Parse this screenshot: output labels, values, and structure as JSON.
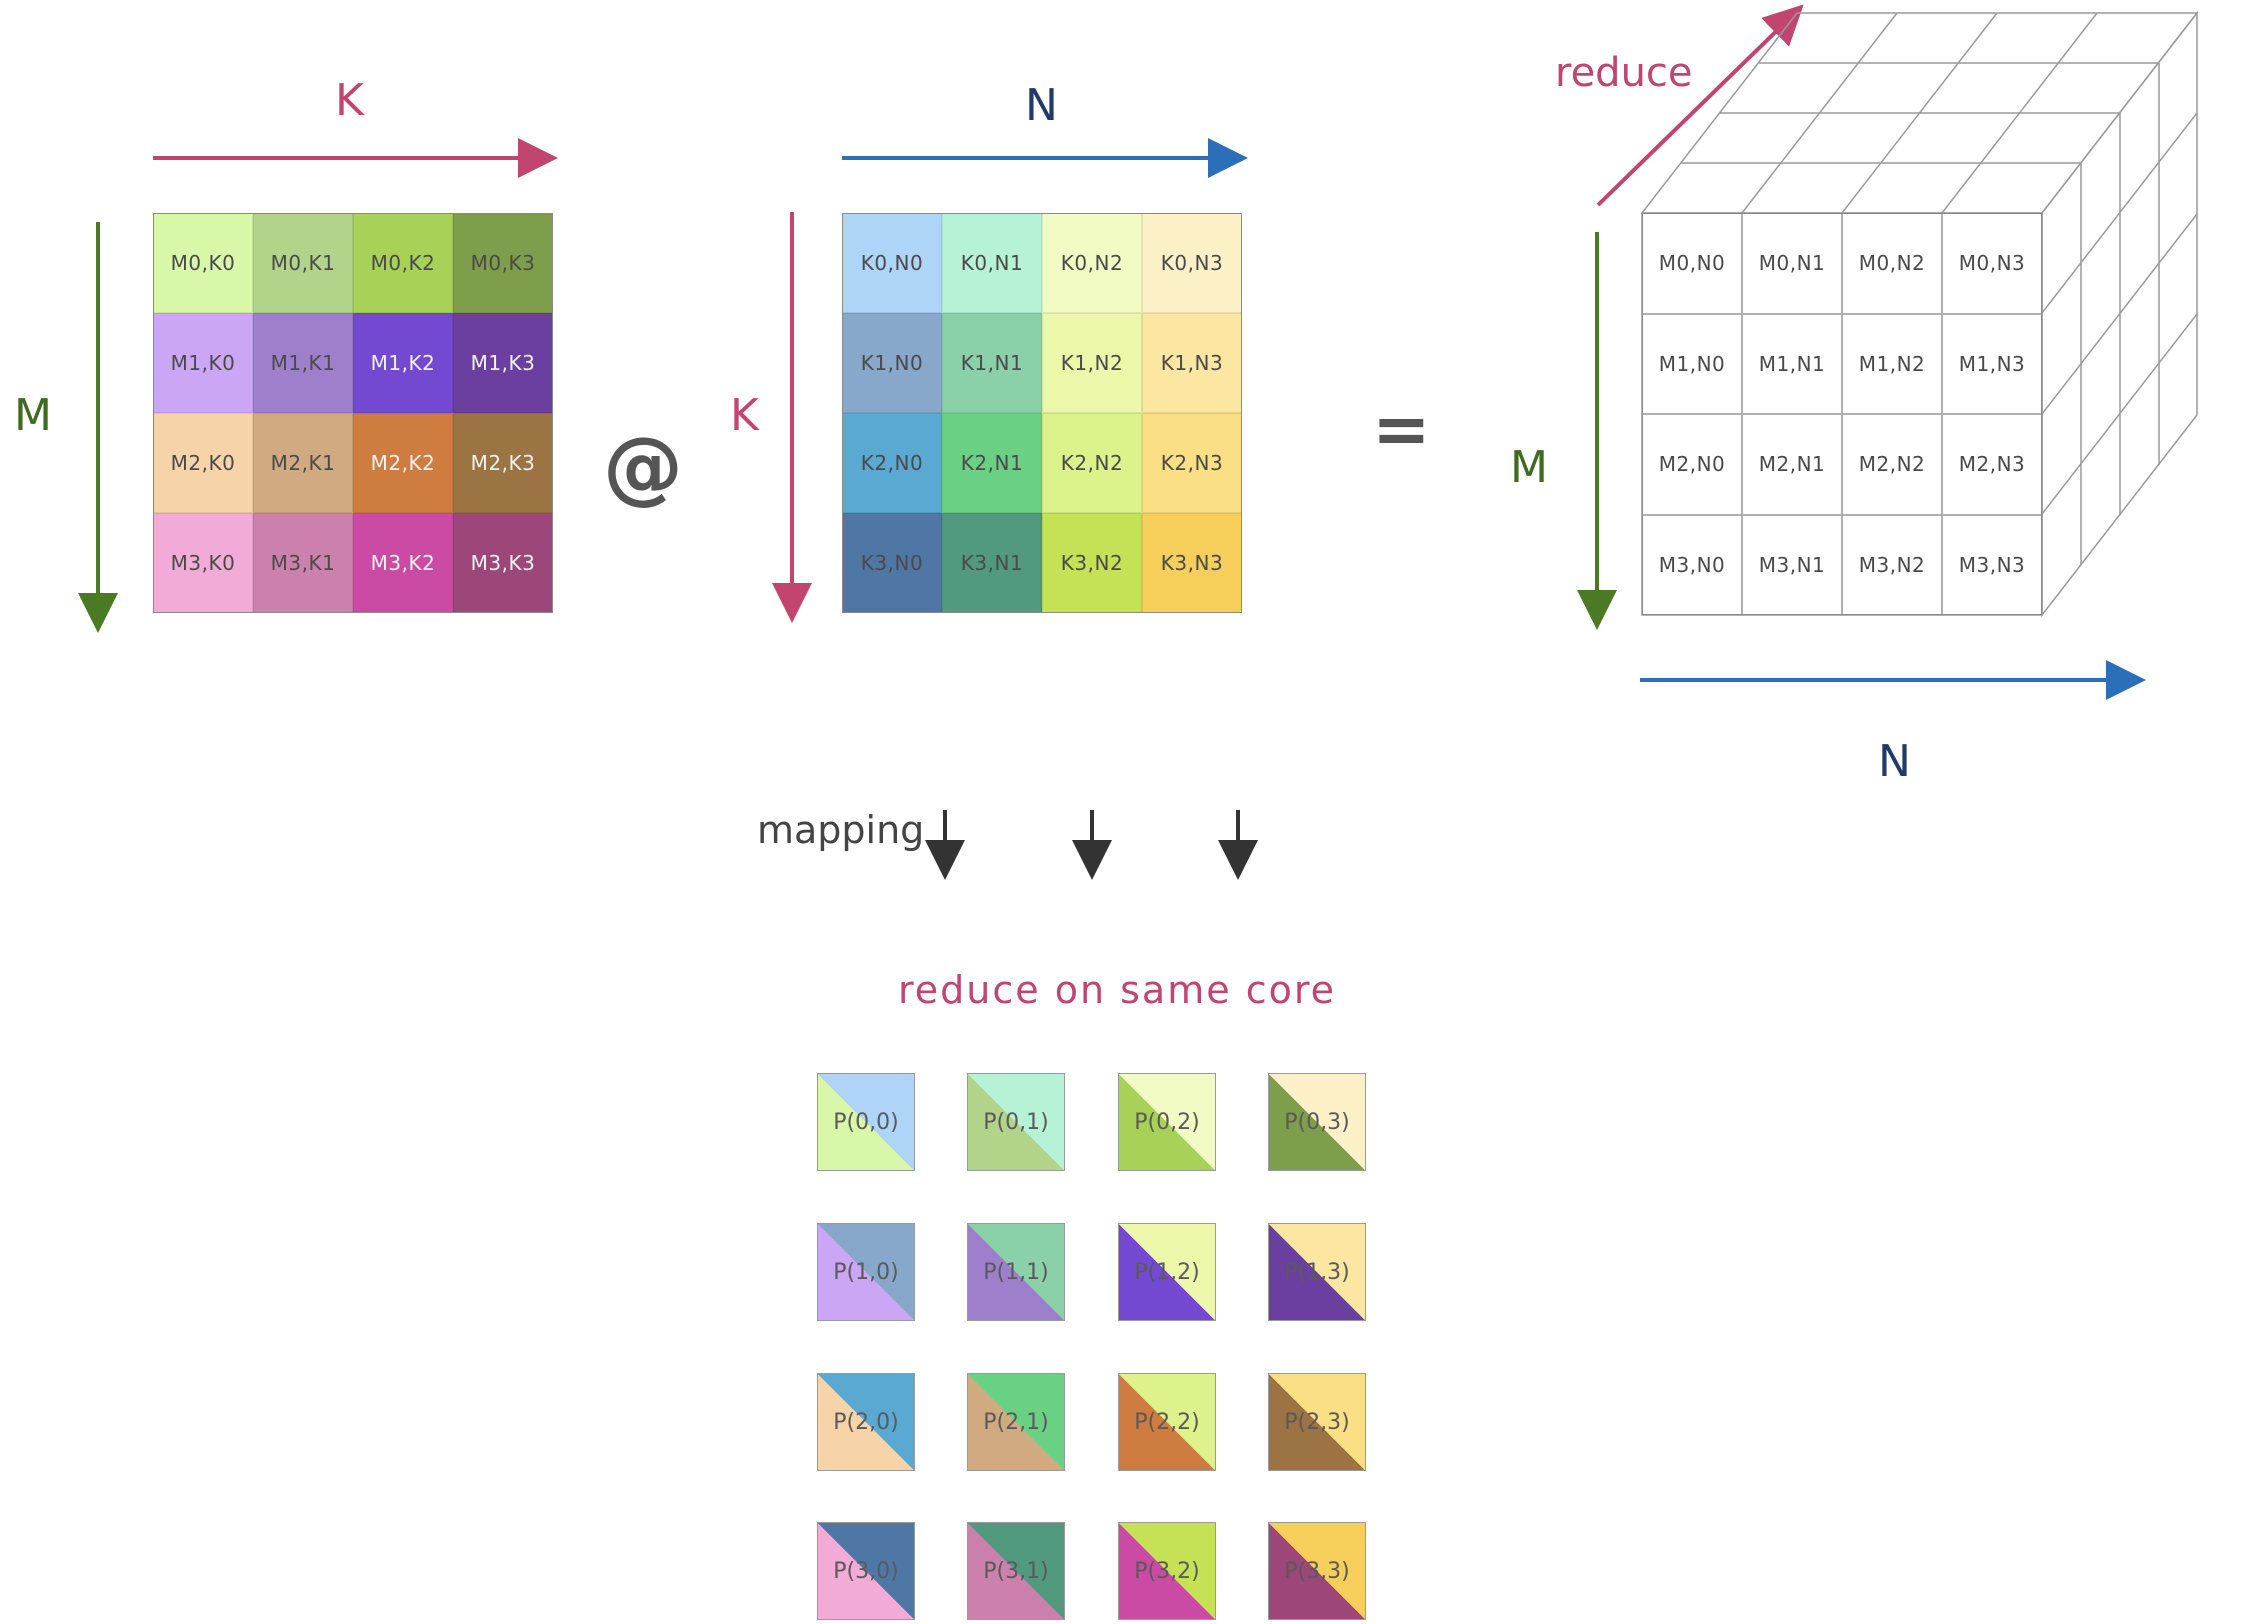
{
  "matrixA": {
    "axis_top": "K",
    "axis_left": "M",
    "cells": [
      [
        "M0,K0",
        "M0,K1",
        "M0,K2",
        "M0,K3"
      ],
      [
        "M1,K0",
        "M1,K1",
        "M1,K2",
        "M1,K3"
      ],
      [
        "M2,K0",
        "M2,K1",
        "M2,K2",
        "M2,K3"
      ],
      [
        "M3,K0",
        "M3,K1",
        "M3,K2",
        "M3,K3"
      ]
    ],
    "colors": [
      [
        "#d9f7a8",
        "#b1d38a",
        "#a8d257",
        "#7e9e4c"
      ],
      [
        "#caa6f5",
        "#9d7fcc",
        "#7449d1",
        "#6b3f9f"
      ],
      [
        "#f7d4a8",
        "#d1aa81",
        "#cf7c41",
        "#9c7342"
      ],
      [
        "#f2abd6",
        "#cc81ad",
        "#cb4ba4",
        "#9c4679"
      ]
    ]
  },
  "operator_matmul": "@",
  "matrixB": {
    "axis_top": "N",
    "axis_left": "K",
    "cells": [
      [
        "K0,N0",
        "K0,N1",
        "K0,N2",
        "K0,N3"
      ],
      [
        "K1,N0",
        "K1,N1",
        "K1,N2",
        "K1,N3"
      ],
      [
        "K2,N0",
        "K2,N1",
        "K2,N2",
        "K2,N3"
      ],
      [
        "K3,N0",
        "K3,N1",
        "K3,N2",
        "K3,N3"
      ]
    ],
    "colors": [
      [
        "#aed4f7",
        "#b6f3d6",
        "#f2fbc4",
        "#fcf1c6"
      ],
      [
        "#87a8cb",
        "#8ad1a9",
        "#ecf7a9",
        "#fbe7a1"
      ],
      [
        "#5aa9d3",
        "#6ad184",
        "#dcf28a",
        "#fbdf84"
      ],
      [
        "#4f77a5",
        "#519a7f",
        "#c5e156",
        "#f5cf5a"
      ]
    ]
  },
  "operator_equals": "=",
  "matrixC": {
    "axis_reduce": "reduce",
    "axis_left": "M",
    "axis_bottom": "N",
    "cells": [
      [
        "M0,N0",
        "M0,N1",
        "M0,N2",
        "M0,N3"
      ],
      [
        "M1,N0",
        "M1,N1",
        "M1,N2",
        "M1,N3"
      ],
      [
        "M2,N0",
        "M2,N1",
        "M2,N2",
        "M2,N3"
      ],
      [
        "M3,N0",
        "M3,N1",
        "M3,N2",
        "M3,N3"
      ]
    ]
  },
  "mapping_label": "mapping",
  "cores": {
    "title": "reduce on same core",
    "cells": [
      [
        "P(0,0)",
        "P(0,1)",
        "P(0,2)",
        "P(0,3)"
      ],
      [
        "P(1,0)",
        "P(1,1)",
        "P(1,2)",
        "P(1,3)"
      ],
      [
        "P(2,0)",
        "P(2,1)",
        "P(2,2)",
        "P(2,3)"
      ],
      [
        "P(3,0)",
        "P(3,1)",
        "P(3,2)",
        "P(3,3)"
      ]
    ]
  },
  "colors": {
    "pink": "#c2456f",
    "blue": "#2a6fb8",
    "navy": "#1f3a6b",
    "green": "#3f6b1e",
    "dark": "#444444"
  }
}
